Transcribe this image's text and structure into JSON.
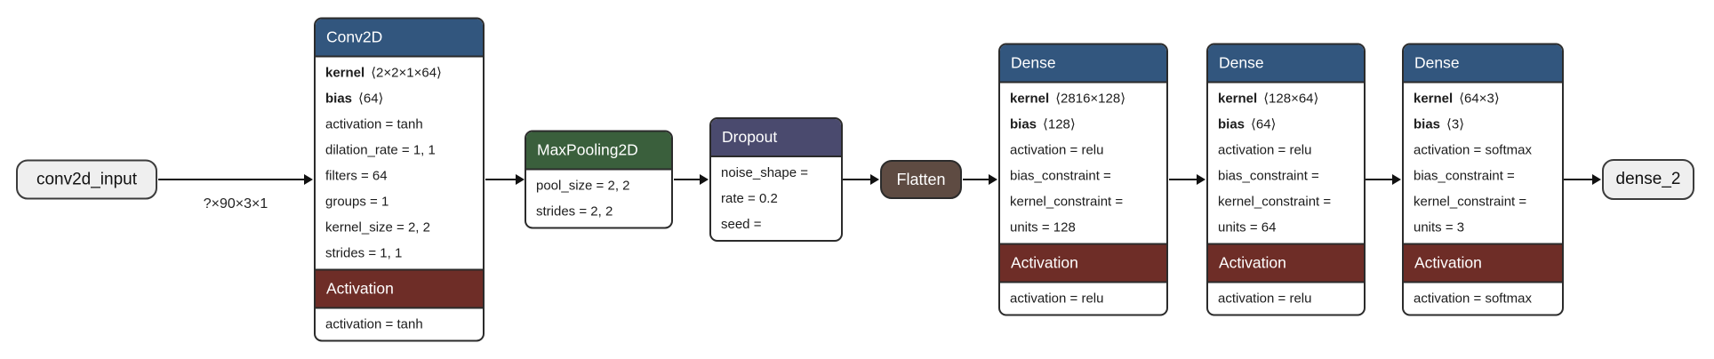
{
  "diagram": {
    "input_node": {
      "label": "conv2d_input"
    },
    "input_edge_label": "?×90×3×1",
    "conv2d": {
      "title": "Conv2D",
      "kernel_label": "kernel",
      "kernel_value": "⟨2×2×1×64⟩",
      "bias_label": "bias",
      "bias_value": "⟨64⟩",
      "params": [
        "activation = tanh",
        "dilation_rate = 1, 1",
        "filters = 64",
        "groups = 1",
        "kernel_size = 2, 2",
        "strides = 1, 1"
      ],
      "activation_title": "Activation",
      "activation_param": "activation = tanh"
    },
    "maxpooling2d": {
      "title": "MaxPooling2D",
      "params": [
        "pool_size = 2, 2",
        "strides = 2, 2"
      ]
    },
    "dropout": {
      "title": "Dropout",
      "params": [
        "noise_shape =",
        "rate = 0.2",
        "seed ="
      ]
    },
    "flatten": {
      "label": "Flatten"
    },
    "dense1": {
      "title": "Dense",
      "kernel_label": "kernel",
      "kernel_value": "⟨2816×128⟩",
      "bias_label": "bias",
      "bias_value": "⟨128⟩",
      "params": [
        "activation = relu",
        "bias_constraint =",
        "kernel_constraint =",
        "units = 128"
      ],
      "activation_title": "Activation",
      "activation_param": "activation = relu"
    },
    "dense2": {
      "title": "Dense",
      "kernel_label": "kernel",
      "kernel_value": "⟨128×64⟩",
      "bias_label": "bias",
      "bias_value": "⟨64⟩",
      "params": [
        "activation = relu",
        "bias_constraint =",
        "kernel_constraint =",
        "units = 64"
      ],
      "activation_title": "Activation",
      "activation_param": "activation = relu"
    },
    "dense3": {
      "title": "Dense",
      "kernel_label": "kernel",
      "kernel_value": "⟨64×3⟩",
      "bias_label": "bias",
      "bias_value": "⟨3⟩",
      "params": [
        "activation = softmax",
        "bias_constraint =",
        "kernel_constraint =",
        "units = 3"
      ],
      "activation_title": "Activation",
      "activation_param": "activation = softmax"
    },
    "output_node": {
      "label": "dense_2"
    },
    "colors": {
      "layer_header_blue": "#32567E",
      "pool_header_green": "#3A5F3C",
      "dropout_header_purple": "#4A4A6E",
      "activation_header_red": "#6E2D27",
      "flatten_brown": "#5E4B42",
      "io_node_gray": "#EFEFEF",
      "node_border": "#2B2B2B",
      "edge_black": "#111111"
    }
  }
}
